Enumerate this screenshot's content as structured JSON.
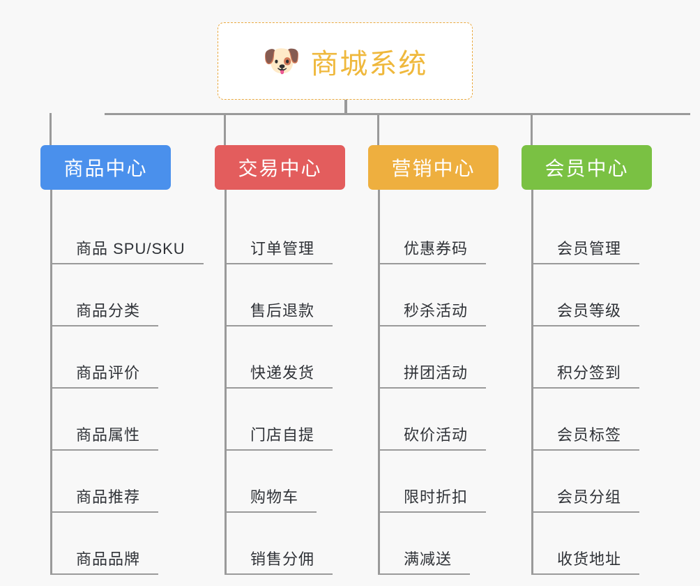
{
  "background_color": "#f8f8f8",
  "root": {
    "icon": "shiba-dog-face-emoji",
    "icon_glyph": "🐶",
    "title": "商城系统",
    "border_color": "#eaa93f",
    "title_color": "#efb83c",
    "background_color": "#ffffff"
  },
  "connector_color": "#9a9a9a",
  "columns": [
    {
      "id": "product-center",
      "header": "商品中心",
      "color": "#4a90ec",
      "items": [
        "商品 SPU/SKU",
        "商品分类",
        "商品评价",
        "商品属性",
        "商品推荐",
        "商品品牌"
      ]
    },
    {
      "id": "trade-center",
      "header": "交易中心",
      "color": "#e35d5d",
      "items": [
        "订单管理",
        "售后退款",
        "快递发货",
        "门店自提",
        "购物车",
        "销售分佣"
      ]
    },
    {
      "id": "marketing-center",
      "header": "营销中心",
      "color": "#eeaf3f",
      "items": [
        "优惠券码",
        "秒杀活动",
        "拼团活动",
        "砍价活动",
        "限时折扣",
        "满减送"
      ]
    },
    {
      "id": "member-center",
      "header": "会员中心",
      "color": "#7ac143",
      "items": [
        "会员管理",
        "会员等级",
        "积分签到",
        "会员标签",
        "会员分组",
        "收货地址"
      ]
    }
  ]
}
